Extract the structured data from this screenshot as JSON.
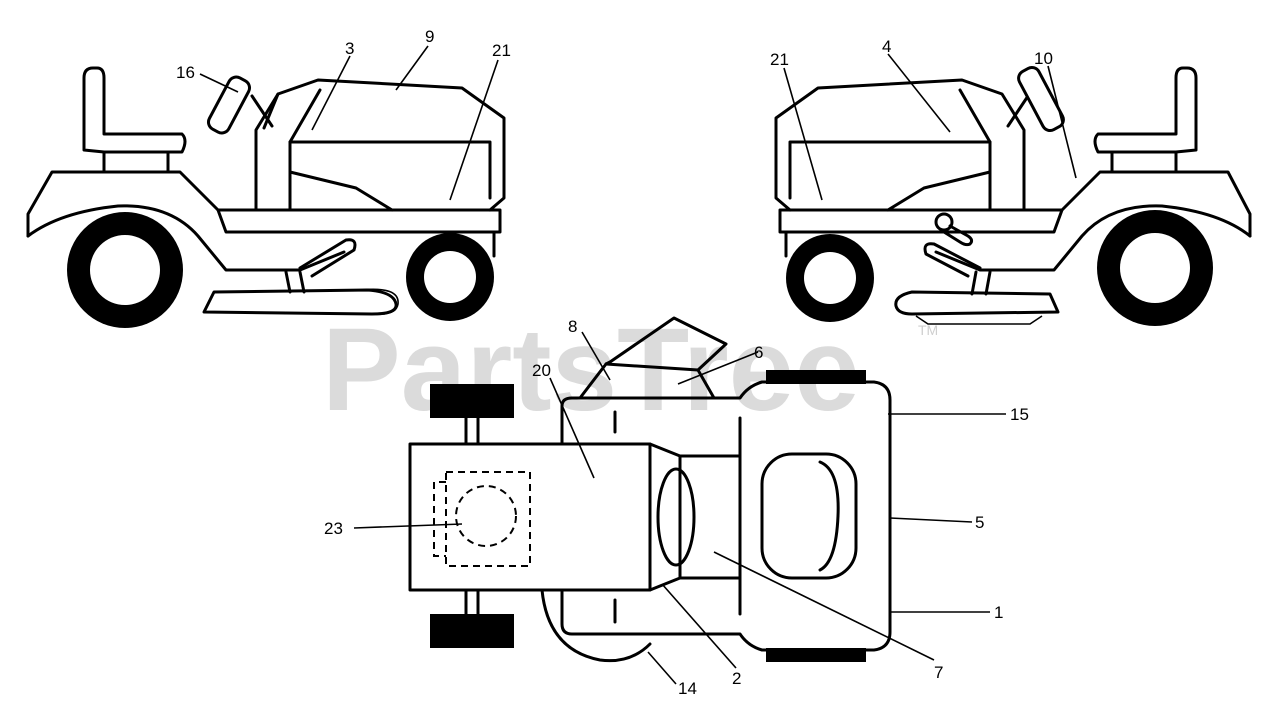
{
  "watermark": {
    "text": "PartsTree",
    "tm": "TM"
  },
  "callouts": [
    "1",
    "2",
    "3",
    "4",
    "5",
    "6",
    "7",
    "8",
    "9",
    "10",
    "14",
    "15",
    "16",
    "20",
    "21",
    "21",
    "23"
  ],
  "views": {
    "left_side": "left-side-view",
    "right_side": "right-side-view",
    "top": "top-view"
  }
}
